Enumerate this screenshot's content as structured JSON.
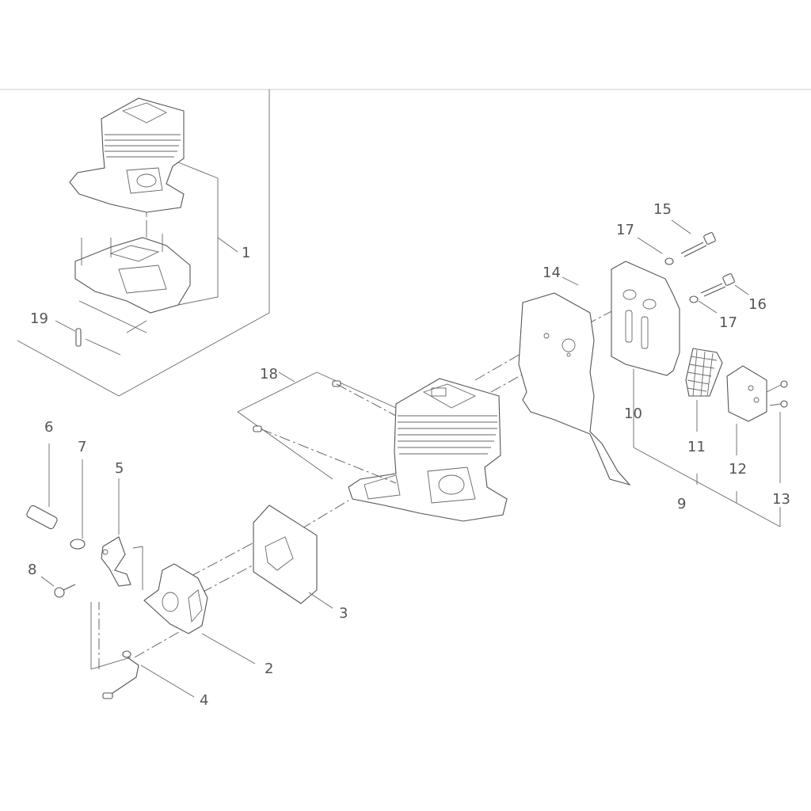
{
  "callouts": [
    "1",
    "2",
    "3",
    "4",
    "5",
    "6",
    "7",
    "8",
    "9",
    "10",
    "11",
    "12",
    "13",
    "14",
    "15",
    "16",
    "17",
    "17",
    "18",
    "19"
  ]
}
